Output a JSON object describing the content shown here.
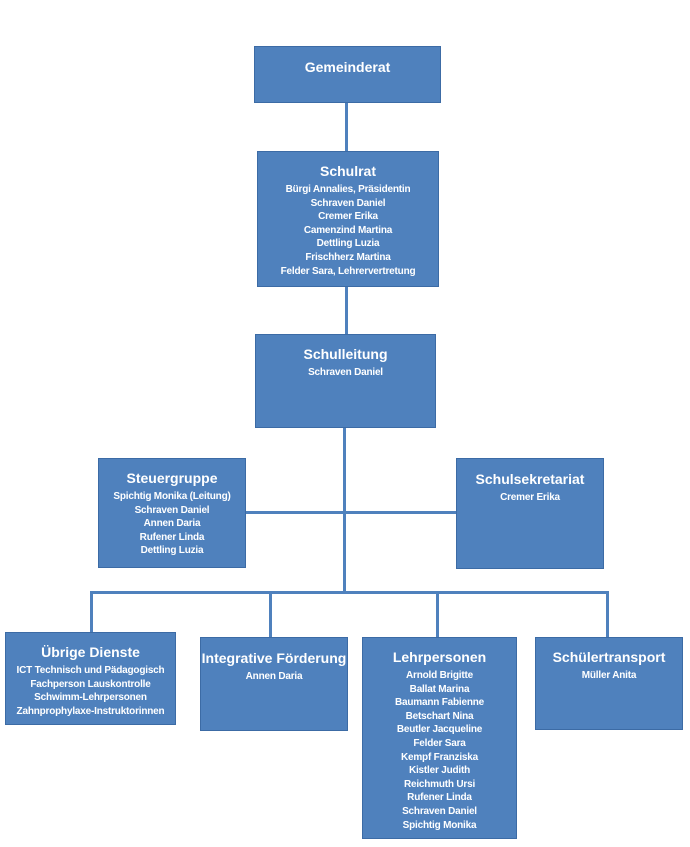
{
  "colors": {
    "box_fill": "#4f81bd",
    "box_text": "#ffffff",
    "connector": "#4f81bd"
  },
  "gemeinderat": {
    "title": "Gemeinderat",
    "members": []
  },
  "schulrat": {
    "title": "Schulrat",
    "members": [
      "Bürgi Annalies, Präsidentin",
      "Schraven Daniel",
      "Cremer Erika",
      "Camenzind Martina",
      "Dettling Luzia",
      "Frischherz Martina",
      "Felder Sara, Lehrervertretung"
    ]
  },
  "schulleitung": {
    "title": "Schulleitung",
    "members": [
      "Schraven Daniel"
    ]
  },
  "steuergruppe": {
    "title": "Steuergruppe",
    "members": [
      "Spichtig Monika (Leitung)",
      "Schraven Daniel",
      "Annen Daria",
      "Rufener Linda",
      "Dettling Luzia"
    ]
  },
  "schulsekretariat": {
    "title": "Schulsekretariat",
    "members": [
      "Cremer Erika"
    ]
  },
  "uebrige_dienste": {
    "title": "Übrige Dienste",
    "members": [
      "ICT Technisch und Pädagogisch",
      "Fachperson Lauskontrolle",
      "Schwimm-Lehrpersonen",
      "Zahnprophylaxe-Instruktorinnen"
    ]
  },
  "integrative_foerderung": {
    "title": "Integrative Förderung",
    "members": [
      "Annen Daria"
    ]
  },
  "lehrpersonen": {
    "title": "Lehrpersonen",
    "members": [
      "Arnold Brigitte",
      "Ballat Marina",
      "Baumann Fabienne",
      "Betschart Nina",
      "Beutler Jacqueline",
      "Felder Sara",
      "Kempf Franziska",
      "Kistler Judith",
      "Reichmuth Ursi",
      "Rufener Linda",
      "Schraven Daniel",
      "Spichtig Monika"
    ]
  },
  "schuelertransport": {
    "title": "Schülertransport",
    "members": [
      "Müller Anita"
    ]
  }
}
